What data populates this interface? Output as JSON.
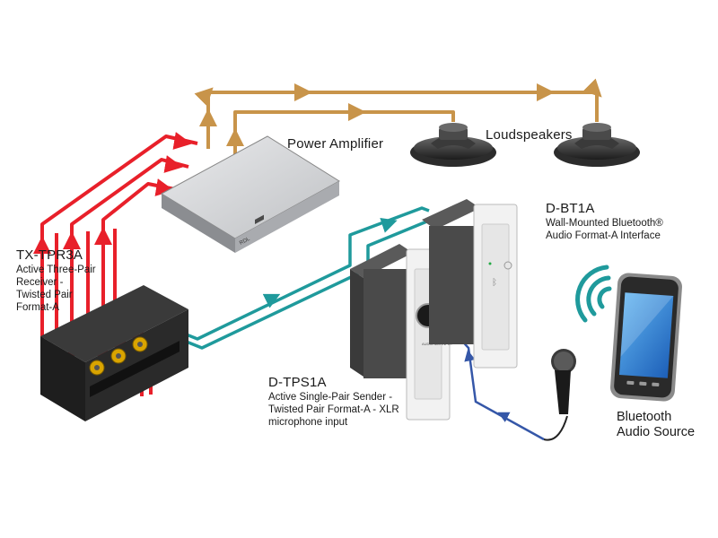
{
  "labels": {
    "power_amplifier": "Power Amplifier",
    "loudspeakers": "Loudspeakers",
    "dbt1a_title": "D-BT1A",
    "dbt1a_desc": [
      "Wall-Mounted Bluetooth®",
      "Audio Format-A Interface"
    ],
    "txtpr3a_title": "TX-TPR3A",
    "txtpr3a_desc": [
      "Active Three-Pair",
      "Receiver -",
      "Twisted Pair",
      "Format-A"
    ],
    "dtps1a_title": "D-TPS1A",
    "dtps1a_desc": [
      "Active Single-Pair Sender -",
      "Twisted Pair Format-A - XLR",
      "microphone input"
    ],
    "bt_source": [
      "Bluetooth",
      "Audio Source"
    ],
    "device_marks": {
      "amp_logo": "RDL",
      "mic_input_label": "AUDIO MIC INPUT"
    }
  },
  "colors": {
    "speaker_wire": "#c8944a",
    "twisted_pair_red": "#e8202a",
    "twisted_pair_teal": "#1f9a9c",
    "mic_cable_blue": "#3557a8",
    "device_dark": "#2a2a2a",
    "amp_body": "#d9dadc",
    "wallplate": "#f2f2f2",
    "phone_screen": "#2f7fd6"
  },
  "icons": [
    "bluetooth-icon",
    "wireless-signal-icon",
    "microphone-icon",
    "smartphone-icon",
    "loudspeaker-icon"
  ]
}
